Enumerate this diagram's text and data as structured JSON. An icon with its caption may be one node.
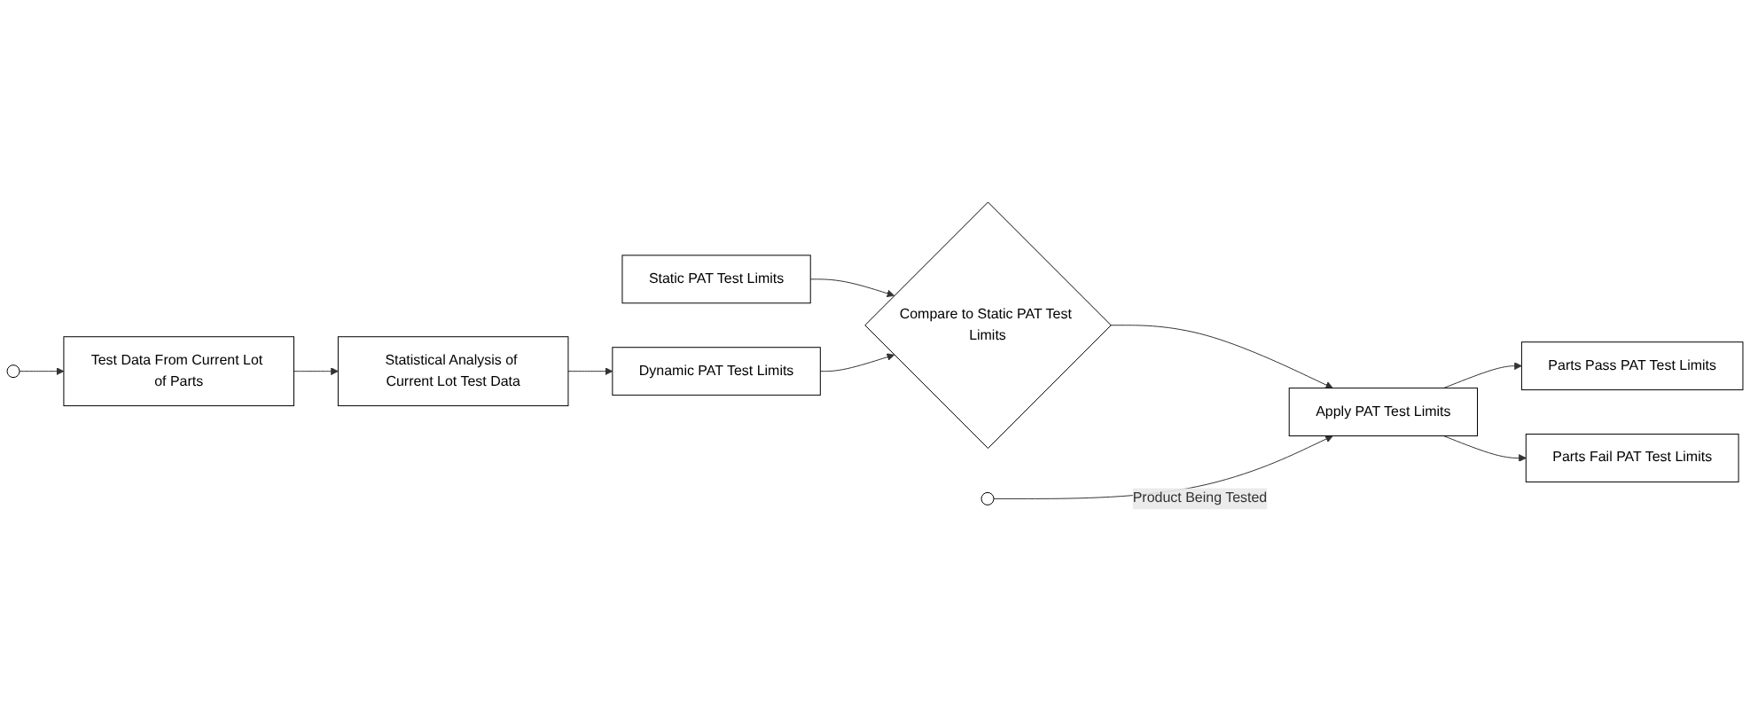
{
  "diagram": {
    "nodes": [
      {
        "text": [
          "Test Data From Current Lot of Parts"
        ]
      },
      {
        "text": [
          "Statistical Analysis of Current Lot Test Data"
        ]
      },
      {
        "text": [
          "Static PAT Test Limits"
        ]
      },
      {
        "text": [
          "Dynamic PAT Test Limits"
        ]
      },
      {
        "text": [
          "Compare to Static PAT Test Limits"
        ]
      },
      {
        "text": [
          "Apply PAT Test Limits"
        ]
      },
      {
        "text": [
          "Parts Pass PAT Test Limits"
        ]
      },
      {
        "text": [
          "Parts Fail PAT Test Limits"
        ]
      }
    ],
    "edges": [
      {
        "from": 0,
        "to": 1,
        "arrow": "to"
      },
      {
        "from": 1,
        "to": 3,
        "arrow": "to"
      },
      {
        "from": 2,
        "to": 4,
        "arrow": "to"
      },
      {
        "from": 3,
        "to": 4,
        "arrow": "to"
      },
      {
        "from": 4,
        "to": 5,
        "arrow": "to"
      },
      {
        "from": 5,
        "to": 6,
        "arrow": "to"
      },
      {
        "from": 5,
        "to": 7,
        "arrow": "to"
      },
      {
        "from": null,
        "to": 5,
        "label": "Product Being Tested",
        "arrow": "to"
      },
      {
        "from": null,
        "to": 0,
        "arrow": "to"
      }
    ]
  }
}
